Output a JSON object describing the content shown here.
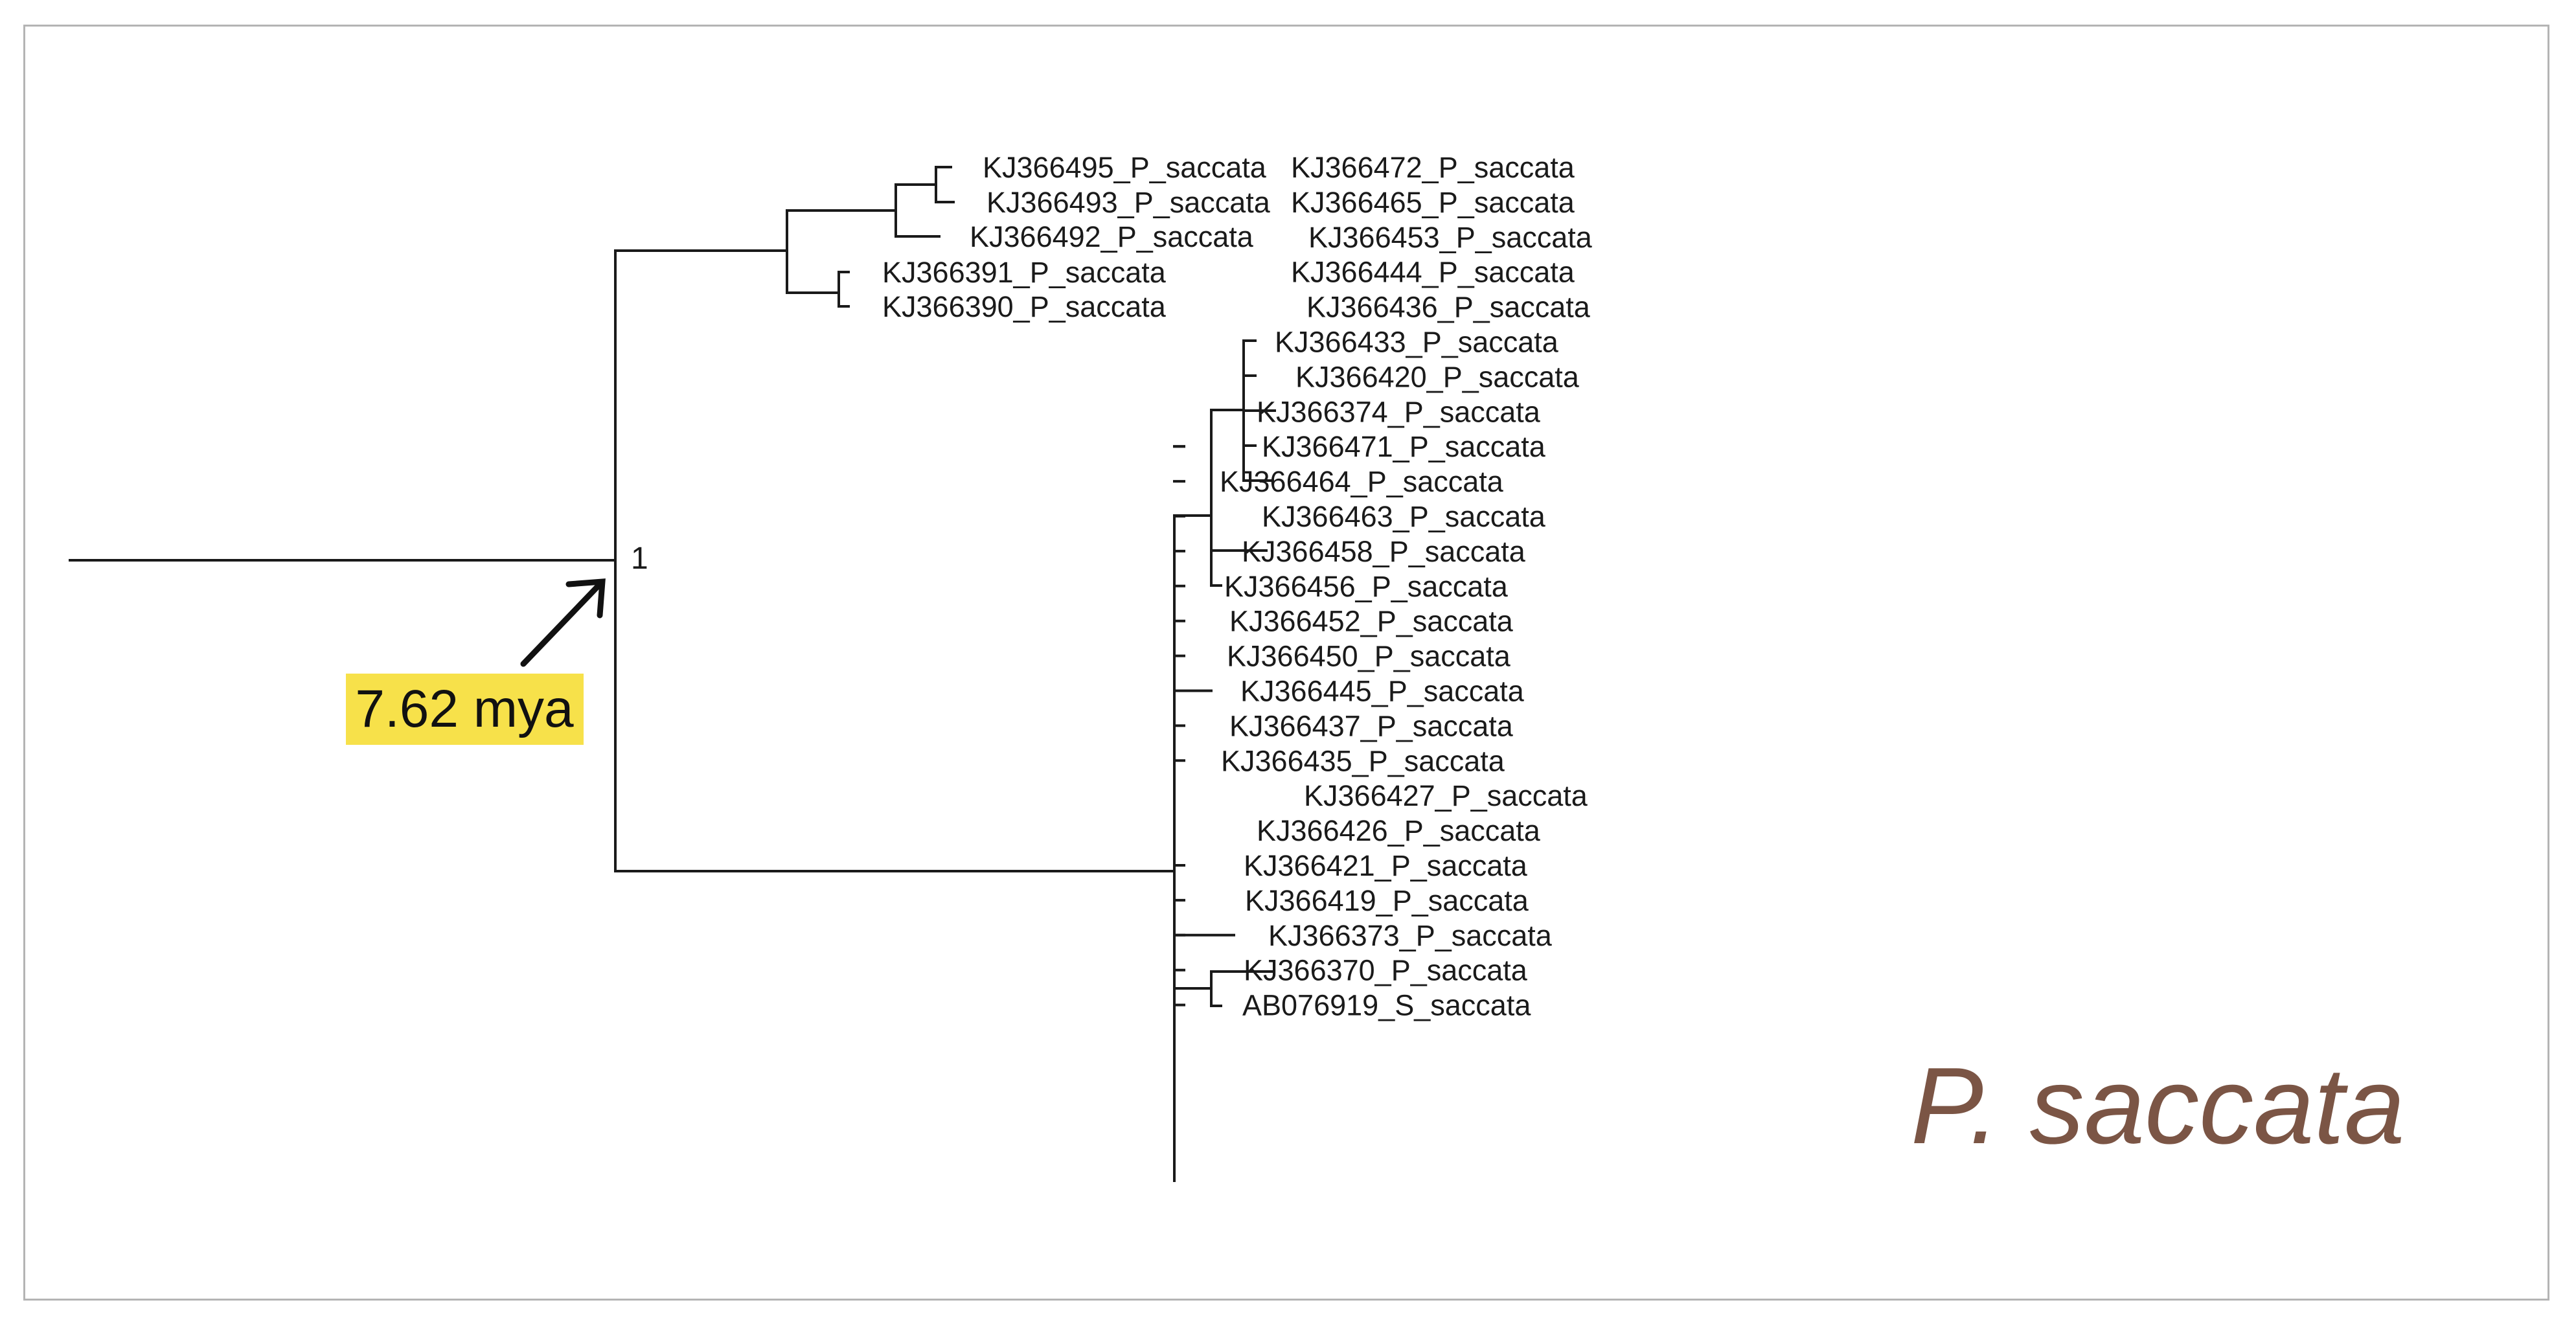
{
  "colors": {
    "branch": "#1a1a1a",
    "highlight": "#f7e14a",
    "clade_label": "#7b5545",
    "frame_border": "#b4b4b4"
  },
  "annotations": {
    "node_support": "1",
    "age_label": "7.62 mya",
    "clade_label": "P. saccata"
  },
  "clade_a_tips": [
    "KJ366495_P_saccata",
    "KJ366493_P_saccata",
    "KJ366492_P_saccata",
    "KJ366391_P_saccata",
    "KJ366390_P_saccata"
  ],
  "clade_b_tips": [
    "KJ366472_P_saccata",
    "KJ366465_P_saccata",
    "KJ366453_P_saccata",
    "KJ366444_P_saccata",
    "KJ366436_P_saccata",
    "KJ366433_P_saccata",
    "KJ366420_P_saccata",
    "KJ366374_P_saccata",
    "KJ366471_P_saccata",
    "KJ366464_P_saccata",
    "KJ366463_P_saccata",
    "KJ366458_P_saccata",
    "KJ366456_P_saccata",
    "KJ366452_P_saccata",
    "KJ366450_P_saccata",
    "KJ366445_P_saccata",
    "KJ366437_P_saccata",
    "KJ366435_P_saccata",
    "KJ366427_P_saccata",
    "KJ366426_P_saccata",
    "KJ366421_P_saccata",
    "KJ366419_P_saccata",
    "KJ366373_P_saccata",
    "KJ366370_P_saccata",
    "AB076919_S_saccata"
  ]
}
